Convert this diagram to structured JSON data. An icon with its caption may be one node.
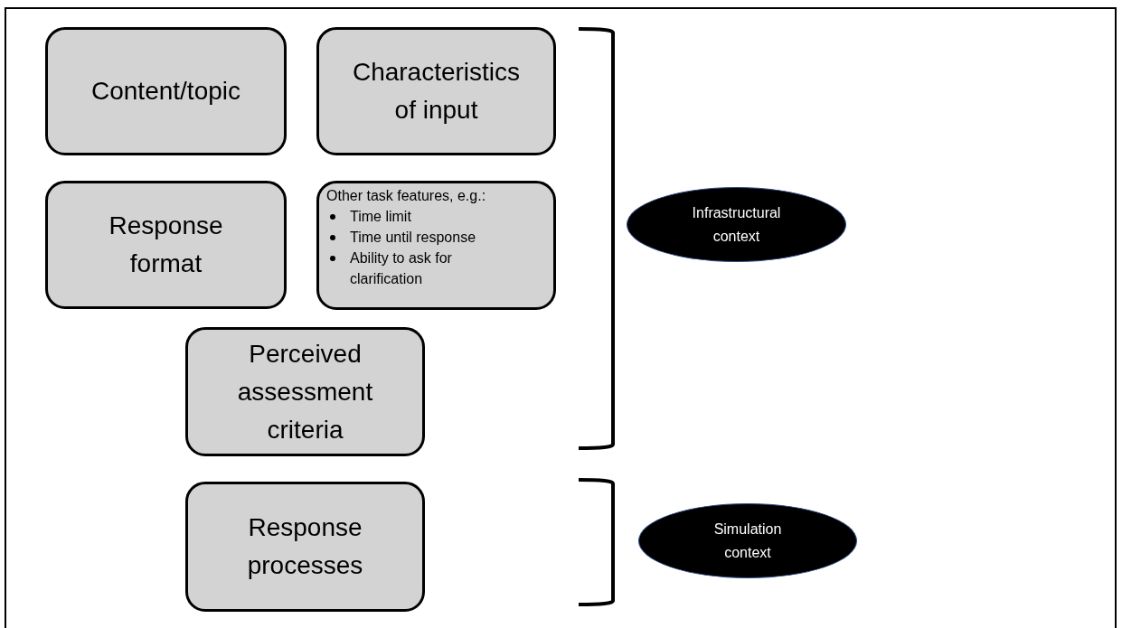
{
  "diagram": {
    "nodes": [
      {
        "text": [
          "Content/topic"
        ]
      },
      {
        "text": [
          "Characteristics of input"
        ]
      },
      {
        "text": [
          "Response format"
        ]
      },
      {
        "text": [
          "Other task features, e.g.:",
          "Time limit",
          "Time until response",
          "Ability to ask for clarification"
        ]
      },
      {
        "text": [
          "Perceived assessment criteria"
        ]
      },
      {
        "text": [
          "Infrastructural context"
        ]
      },
      {
        "text": [
          "Response processes"
        ]
      },
      {
        "text": [
          "Simulation context"
        ]
      }
    ],
    "edges": []
  }
}
